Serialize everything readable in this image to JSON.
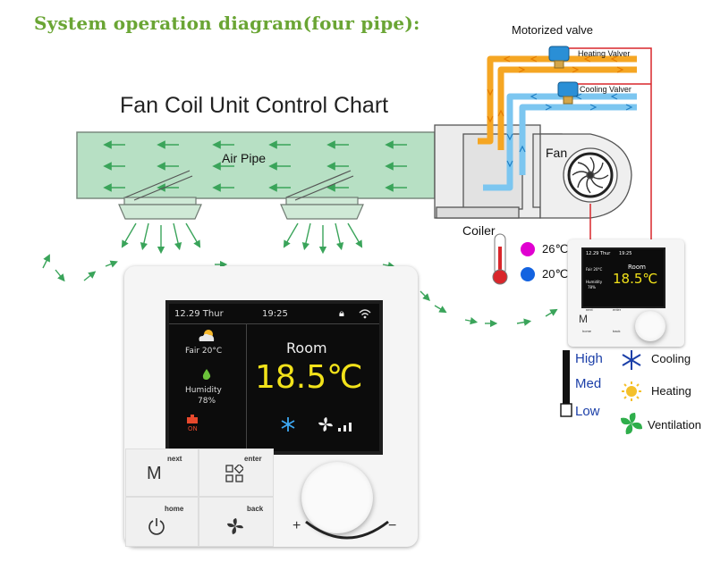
{
  "header": {
    "title": "System operation diagram(four pipe):"
  },
  "diagram_title": "Fan Coil Unit Control Chart",
  "labels": {
    "air_pipe": "Air Pipe",
    "fan": "Fan",
    "coiler": "Coiler",
    "motorized_valve": "Motorized valve",
    "heating_valve": "Heating Valver",
    "cooling_valve": "Cooling Valver"
  },
  "temperature_legend": {
    "hot": {
      "text": "26℃",
      "color": "#e000d0"
    },
    "cold": {
      "text": "20℃",
      "color": "#1463e0"
    }
  },
  "fan_speed": {
    "high": "High",
    "med": "Med",
    "low": "Low"
  },
  "modes": {
    "cooling": "Cooling",
    "heating": "Heating",
    "ventilation": "Ventilation"
  },
  "thermostat": {
    "date": "12.29 Thur",
    "time": "19:25",
    "weather": "Fair 20°C",
    "humidity_label": "Humidity",
    "humidity_value": "78%",
    "heat_status": "ON",
    "room_label": "Room",
    "room_temp": "18.5℃",
    "btn_next": "next",
    "btn_enter": "enter",
    "btn_home": "home",
    "btn_back": "back",
    "btn_m": "M",
    "dial_plus": "+",
    "dial_minus": "−"
  },
  "thermostat_small": {
    "date": "12.29 Thur",
    "time": "19:25",
    "weather": "Fair 20°C",
    "humidity": "Humidity",
    "humidity_value": "78%",
    "room_label": "Room",
    "room_temp": "18.5℃",
    "btn_next": "next",
    "btn_enter": "enter",
    "btn_home": "home",
    "btn_back": "back",
    "btn_m": "M"
  },
  "colors": {
    "header_green": "#6aa534",
    "duct_fill": "#b7e0c4",
    "arrow_green": "#3aa45a",
    "heating_pipe": "#f5a623",
    "cooling_pipe": "#7cc6f0",
    "wire_red": "#d9262b",
    "screen_yellow": "#f2e21a"
  }
}
